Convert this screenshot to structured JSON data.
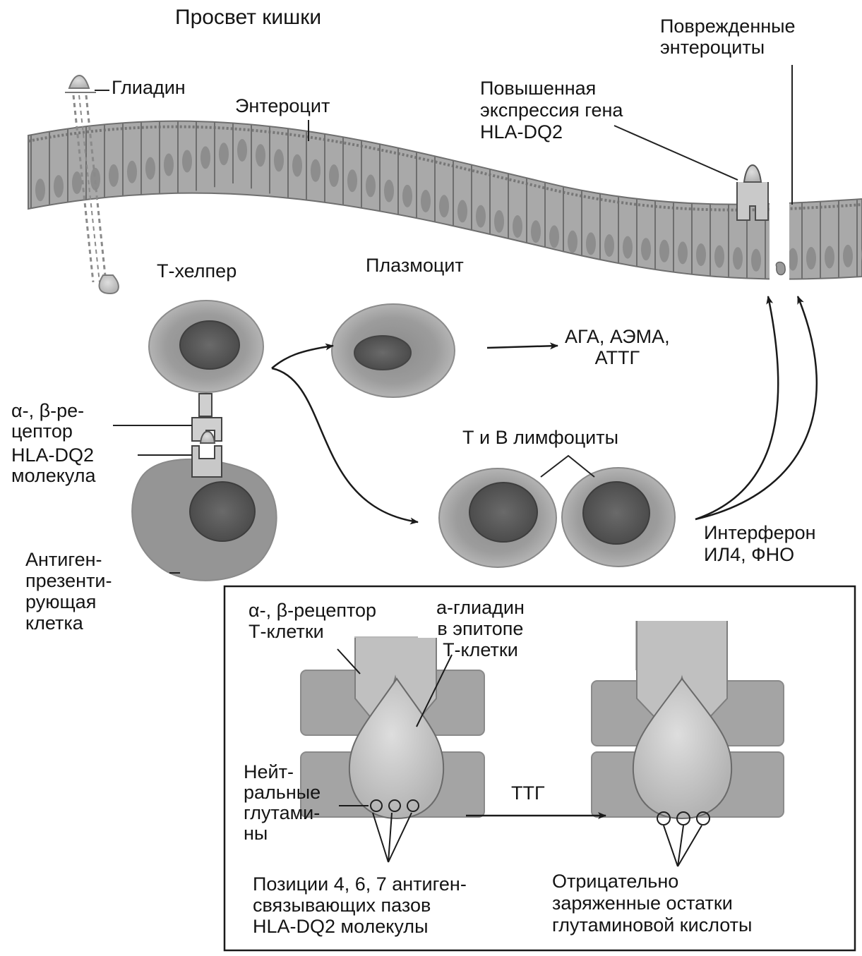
{
  "labels": {
    "lumen": "Просвет кишки",
    "damaged_enterocytes": "Поврежденные\nэнтероциты",
    "gliadin": "Глиадин",
    "enterocyte": "Энтероцит",
    "hla_expression": "Повышенная\nэкспрессия гена\nHLA-DQ2",
    "t_helper": "Т-хелпер",
    "plasmocyte": "Плазмоцит",
    "antibodies": "АГА, АЭМА,\nАТТГ",
    "receptor": "α-, β-ре-\nцептор",
    "hla_molecule": "HLA-DQ2\nмолекула",
    "tb_lymphocytes": "Т и В лимфоциты",
    "cytokines": "Интерферон\nИЛ4, ФНО",
    "apc": "Антиген-\nпрезенти-\nрующая\nклетка"
  },
  "inset": {
    "receptor_t_cell": "α-, β-рецептор\nТ-клетки",
    "gliadin_epitope": "a-глиадин\nв эпитопе\nТ-клетки",
    "neutral_glutamines": "Нейт-\nральные\nглутами-\nны",
    "ttg": "ТТГ",
    "positions": "Позиции 4, 6, 7 антиген-\nсвязывающих пазов\nHLA-DQ2 молекулы",
    "negative_residues": "Отрицательно\nзаряженные остатки\nглутаминовой кислоты"
  }
}
